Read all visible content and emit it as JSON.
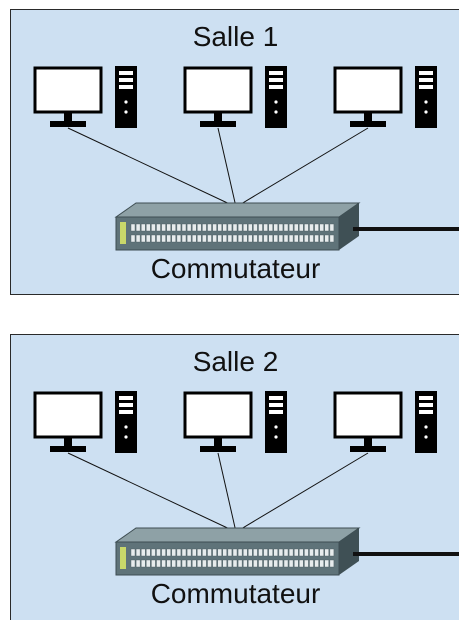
{
  "rooms": [
    {
      "title": "Salle 1",
      "switch_label": "Commutateur",
      "computers": [
        "computer-1",
        "computer-2",
        "computer-3"
      ]
    },
    {
      "title": "Salle 2",
      "switch_label": "Commutateur",
      "computers": [
        "computer-1",
        "computer-2",
        "computer-3"
      ]
    }
  ],
  "colors": {
    "room_background": "#cde0f2",
    "border": "#2a2a2a",
    "switch_body": "#5f7379",
    "switch_top": "#8ea1a6",
    "cable": "#111111"
  },
  "icons": [
    "monitor-icon",
    "tower-pc-icon",
    "network-switch-icon"
  ]
}
